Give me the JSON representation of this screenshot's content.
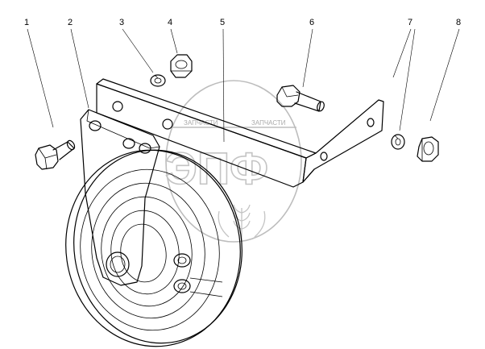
{
  "callouts": [
    "1",
    "2",
    "3",
    "4",
    "5",
    "6",
    "7",
    "8"
  ],
  "watermark": {
    "left_text": "ЗАПЧАСТИ",
    "right_text": "ЗАПЧАСТИ",
    "big_text": "ЭПФ"
  }
}
